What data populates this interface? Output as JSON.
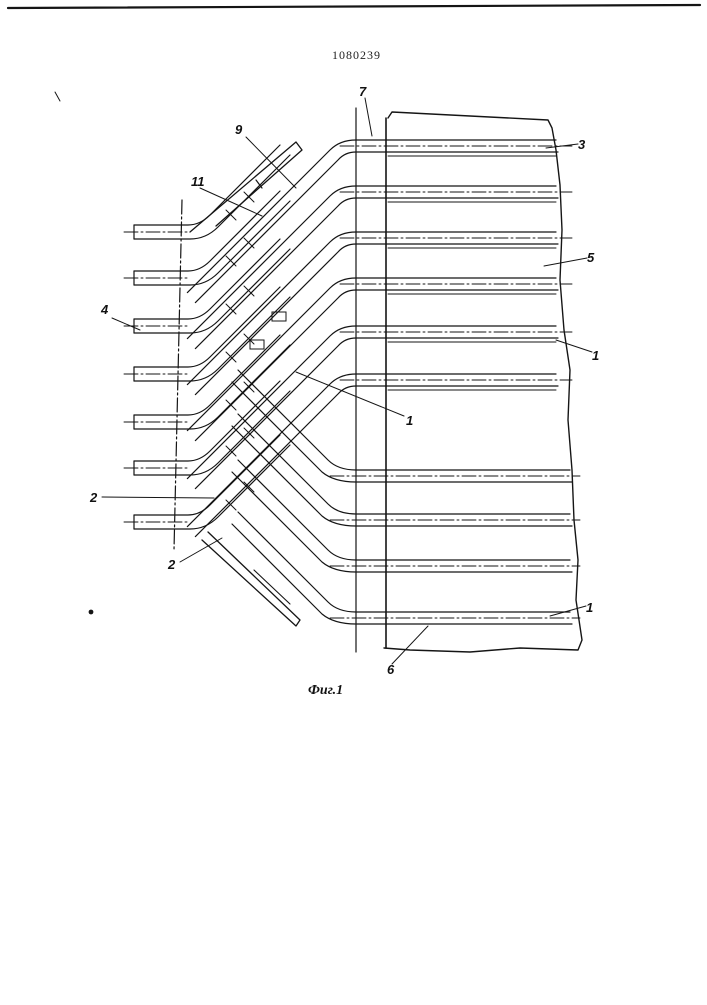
{
  "document": {
    "number": "1080239",
    "figure_caption": "Фиг.1"
  },
  "callouts": {
    "c1a": "1",
    "c1b": "1",
    "c1c": "1",
    "c2a": "2",
    "c2b": "2",
    "c3": "3",
    "c4": "4",
    "c5": "5",
    "c6": "6",
    "c7": "7",
    "c9": "9",
    "c11": "11"
  },
  "colors": {
    "ink": "#151515",
    "paper": "#ffffff"
  }
}
